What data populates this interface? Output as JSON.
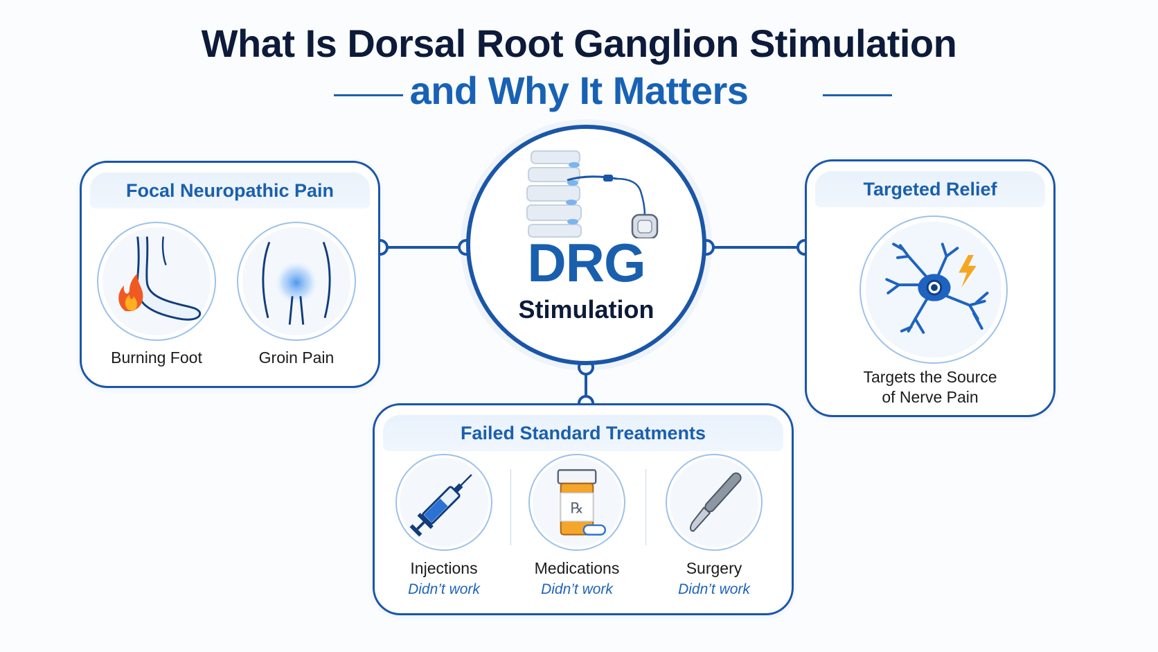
{
  "title": {
    "line1": "What Is Dorsal Root Ganglion Stimulation",
    "line2": "and Why It Matters"
  },
  "center": {
    "main": "DRG",
    "sub": "Stimulation"
  },
  "focal_pain": {
    "header": "Focal Neuropathic Pain",
    "items": [
      {
        "label": "Burning Foot",
        "icon": "burning-foot-icon"
      },
      {
        "label": "Groin Pain",
        "icon": "groin-pain-icon"
      }
    ]
  },
  "targeted_relief": {
    "header": "Targeted Relief",
    "icon": "neuron-icon",
    "label_line1": "Targets the Source",
    "label_line2": "of Nerve Pain"
  },
  "failed_treatments": {
    "header": "Failed Standard Treatments",
    "items": [
      {
        "label": "Injections",
        "sub": "Didn’t work",
        "icon": "syringe-icon"
      },
      {
        "label": "Medications",
        "sub": "Didn’t work",
        "icon": "pill-bottle-icon"
      },
      {
        "label": "Surgery",
        "sub": "Didn’t work",
        "icon": "scalpel-icon"
      }
    ]
  },
  "colors": {
    "primary": "#1a56a8",
    "accent_blue": "#1862b5",
    "dark_text": "#0d1b3a",
    "flame": "#f05a22",
    "bolt": "#f5a623"
  }
}
